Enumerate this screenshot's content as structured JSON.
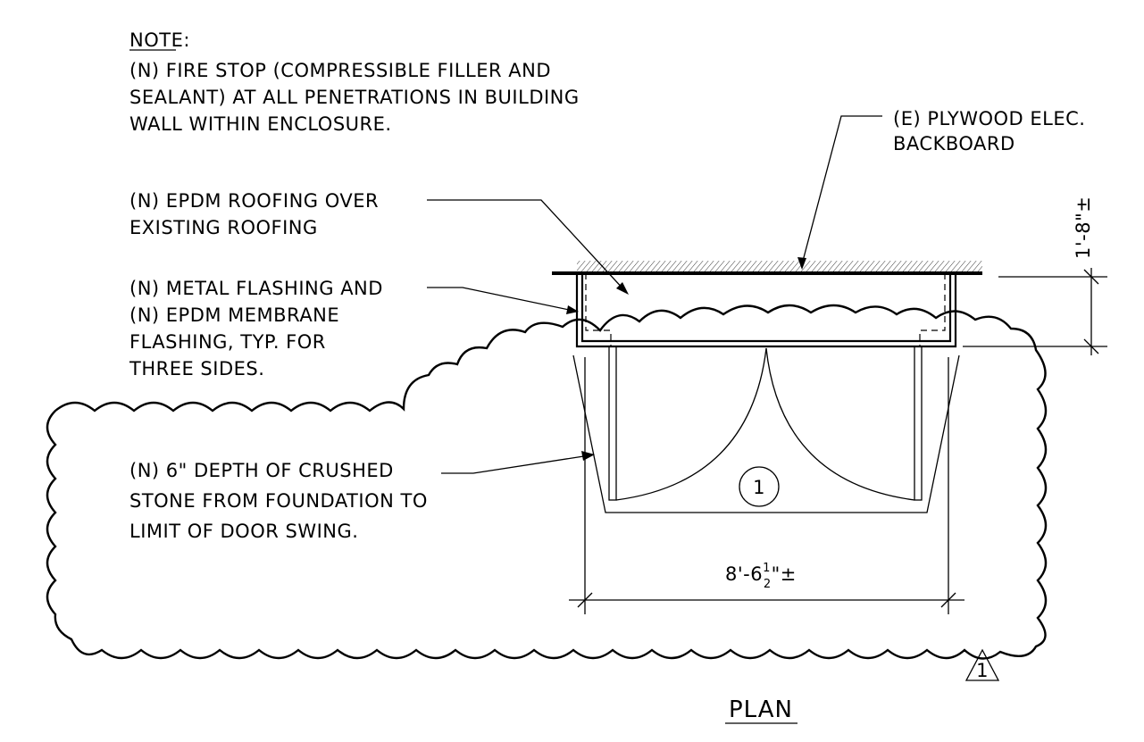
{
  "note": {
    "heading": "NOTE",
    "heading_colon": ":",
    "lines": [
      "(N) FIRE STOP (COMPRESSIBLE FILLER AND",
      "SEALANT) AT ALL PENETRATIONS IN BUILDING",
      "WALL WITHIN ENCLOSURE."
    ]
  },
  "callouts": {
    "plywood": [
      "(E) PLYWOOD ELEC.",
      "BACKBOARD"
    ],
    "epdm_roofing": [
      "(N) EPDM ROOFING OVER",
      "EXISTING ROOFING"
    ],
    "metal_flashing": [
      "(N) METAL FLASHING AND",
      "(N) EPDM MEMBRANE",
      "FLASHING, TYP. FOR",
      "THREE SIDES."
    ],
    "crushed_stone": [
      "(N) 6\" DEPTH OF CRUSHED",
      "STONE FROM FOUNDATION TO",
      "LIMIT OF DOOR SWING."
    ]
  },
  "dimensions": {
    "depth": "1'-8\"±",
    "width_main": "8'-6",
    "width_frac_num": "1",
    "width_frac_den": "2",
    "width_tail": "\"±"
  },
  "tags": {
    "door_tag": "1",
    "revision_delta": "1"
  },
  "title": "PLAN"
}
